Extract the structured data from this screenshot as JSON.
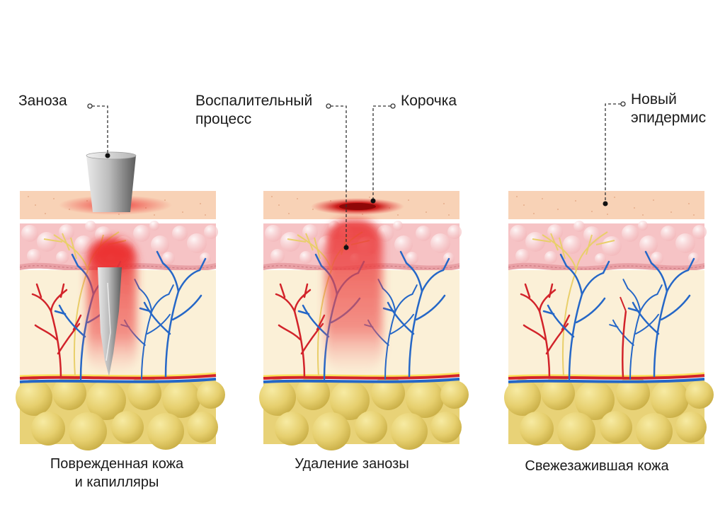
{
  "labels": {
    "splinter": "Заноза",
    "inflammation_line1": "Воспалительный",
    "inflammation_line2": "процесс",
    "crust": "Корочка",
    "new_epidermis_line1": "Новый",
    "new_epidermis_line2": "эпидермис"
  },
  "captions": {
    "panel1_line1": "Поврежденная кожа",
    "panel1_line2": "и капилляры",
    "panel2": "Удаление занозы",
    "panel3": "Свежезажившая кожа"
  },
  "colors": {
    "epidermis": "#f8d2b6",
    "dermis": "#f6c3c5",
    "connective": "#fbf0d7",
    "fat": "#e8d277",
    "artery": "#d2232a",
    "vein": "#2567c7",
    "nerve": "#e9cf6a",
    "inflammation": "#ec2b2b",
    "crust": "#b50c0c"
  }
}
